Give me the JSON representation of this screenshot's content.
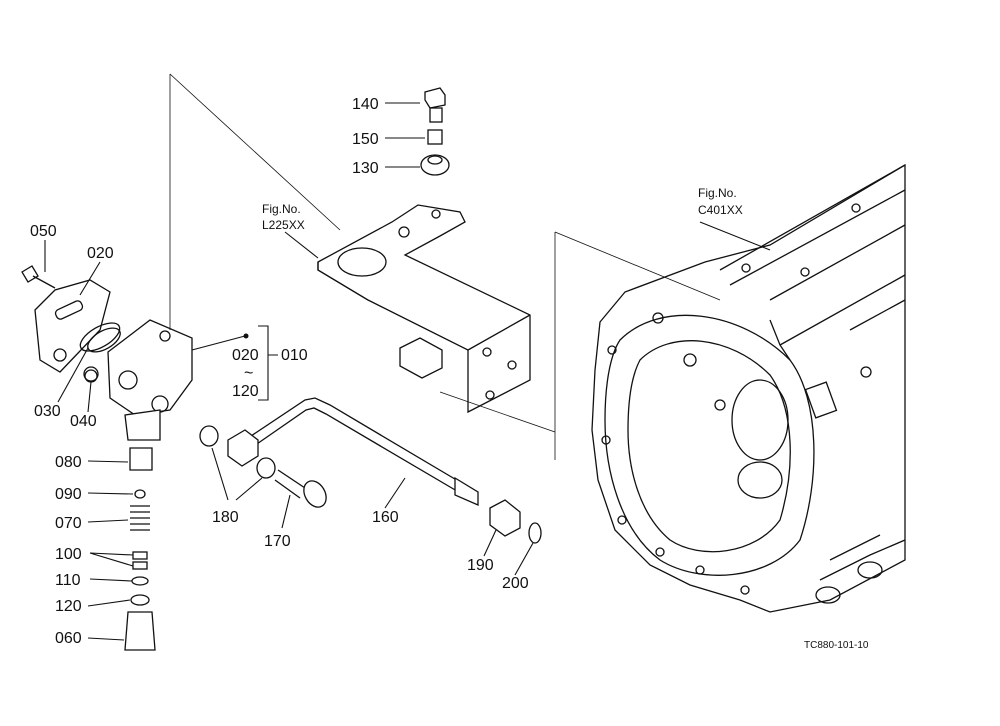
{
  "labels": {
    "p140": "140",
    "p150": "150",
    "p130": "130",
    "p050": "050",
    "p020": "020",
    "p030": "030",
    "p040": "040",
    "p080": "080",
    "p090": "090",
    "p070": "070",
    "p100": "100",
    "p110": "110",
    "p120": "120",
    "p060": "060",
    "p180": "180",
    "p170": "170",
    "p160": "160",
    "p190": "190",
    "p200": "200",
    "range_start": "020",
    "range_tilde": "~",
    "range_end": "120",
    "range_group": "010"
  },
  "fig_refs": {
    "fig1_title": "Fig.No.",
    "fig1_code": "L225XX",
    "fig2_title": "Fig.No.",
    "fig2_code": "C401XX"
  },
  "drawing_id": "TC880-101-10"
}
